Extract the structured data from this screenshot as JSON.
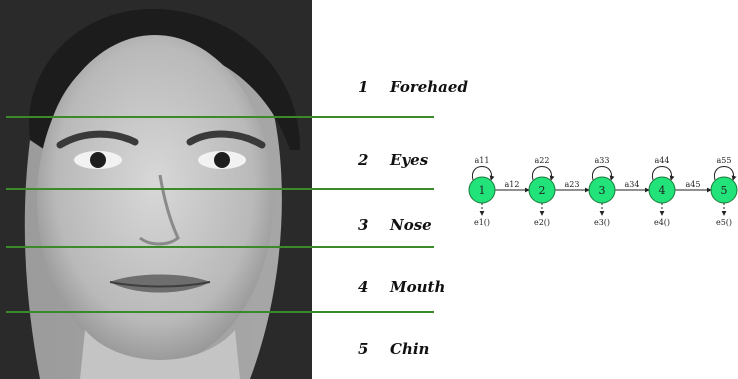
{
  "regions": [
    {
      "number": "1",
      "name": "Forehaed"
    },
    {
      "number": "2",
      "name": "Eyes"
    },
    {
      "number": "3",
      "name": "Nose"
    },
    {
      "number": "4",
      "name": "Mouth"
    },
    {
      "number": "5",
      "name": "Chin"
    }
  ],
  "hmm": {
    "states": [
      "1",
      "2",
      "3",
      "4",
      "5"
    ],
    "self_transitions": [
      "a11",
      "a22",
      "a33",
      "a44",
      "a55"
    ],
    "transitions": [
      "a12",
      "a23",
      "a34",
      "a45"
    ],
    "emissions": [
      "e1()",
      "e2()",
      "e3()",
      "e4()",
      "e5()"
    ]
  },
  "colors": {
    "divider": "#3a8a2a",
    "state_fill": "#22e27a",
    "state_stroke": "#1a7a3a"
  }
}
